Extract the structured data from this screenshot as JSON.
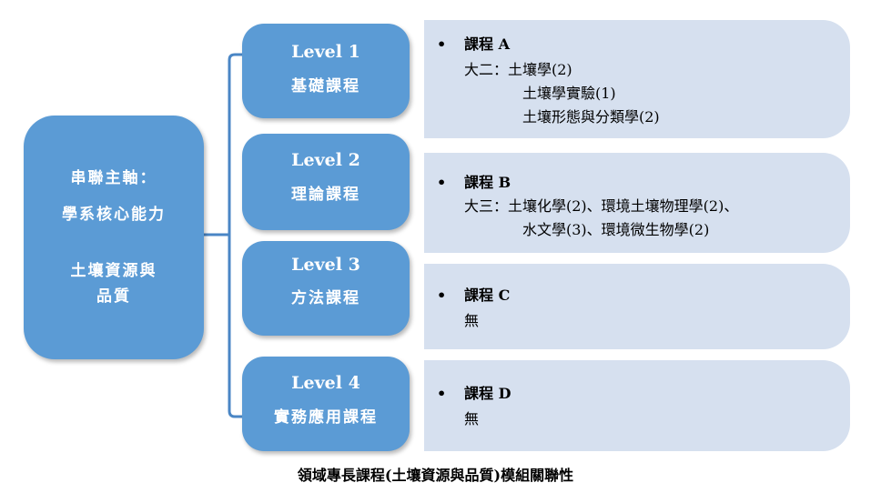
{
  "core": {
    "line1": "串聯主軸：",
    "line2": "學系核心能力",
    "line3": "土壤資源與",
    "line4": "品質"
  },
  "levels": [
    {
      "level": "Level 1",
      "name": "基礎課程"
    },
    {
      "level": "Level 2",
      "name": "理論課程"
    },
    {
      "level": "Level 3",
      "name": "方法課程"
    },
    {
      "level": "Level 4",
      "name": "實務應用課程"
    }
  ],
  "courses": [
    {
      "bullet": "•",
      "heading": "課程 A",
      "lines": [
        "大二：土壤學(2)",
        "土壤學實驗(1)",
        "土壤形態與分類學(2)"
      ]
    },
    {
      "bullet": "•",
      "heading": "課程 B",
      "lines": [
        "大三：土壤化學(2)、環境土壤物理學(2)、",
        "水文學(3)、環境微生物學(2)"
      ]
    },
    {
      "bullet": "•",
      "heading": "課程 C",
      "lines": [
        "無"
      ]
    },
    {
      "bullet": "•",
      "heading": "課程 D",
      "lines": [
        "無"
      ]
    }
  ],
  "caption": "領域專長課程(土壤資源與品質)模組關聯性",
  "colors": {
    "box_fill": "#5b9bd5",
    "course_fill": "#d6e0ef",
    "connector": "#4a86c5"
  }
}
